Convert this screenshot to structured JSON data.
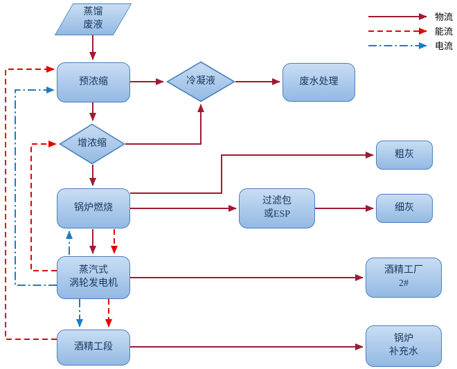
{
  "legend": {
    "material": "物流",
    "energy": "能流",
    "electric": "电流"
  },
  "colors": {
    "material_flow": "#9E1B32",
    "energy_flow": "#E60000",
    "electric_flow": "#1F7BC0",
    "node_fill_top": "#C9DDF3",
    "node_fill_bottom": "#93B9E3",
    "node_border": "#4A7EBB",
    "node_text": "#17375E"
  },
  "nodes": {
    "distillation_waste": {
      "label": "蒸馏\n废液"
    },
    "pre_concentration": {
      "label": "预浓缩"
    },
    "condensate": {
      "label": "冷凝液"
    },
    "wastewater_treatment": {
      "label": "废水处理"
    },
    "re_concentration": {
      "label": "增浓缩"
    },
    "boiler_combustion": {
      "label": "锅炉燃烧"
    },
    "filter_bag_esp": {
      "label": "过滤包\n或ESP"
    },
    "coarse_ash": {
      "label": "粗灰"
    },
    "fine_ash": {
      "label": "细灰"
    },
    "steam_turbine": {
      "label": "蒸汽式\n涡轮发电机"
    },
    "alcohol_factory_2": {
      "label": "酒精工厂\n2#"
    },
    "alcohol_section": {
      "label": "酒精工段"
    },
    "boiler_makeup_water": {
      "label": "锅炉\n补充水"
    }
  }
}
